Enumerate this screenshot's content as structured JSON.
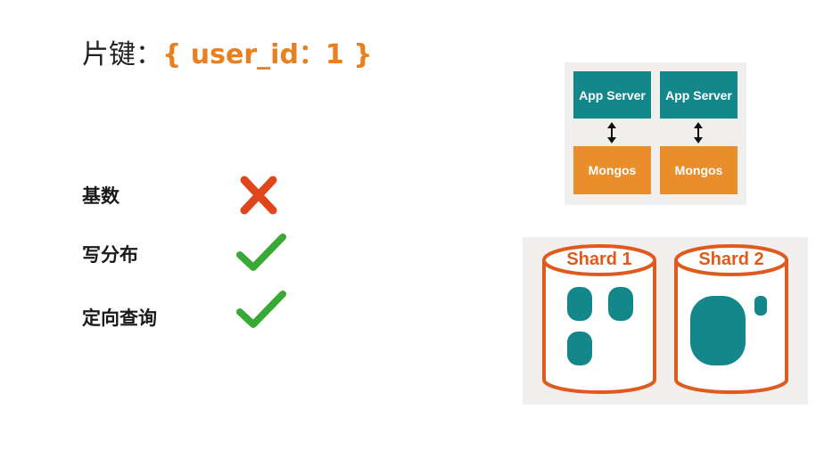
{
  "title": {
    "label": "片键：",
    "key": "{ user_id：1 }"
  },
  "criteria": [
    {
      "label": "基数",
      "status": "cross-icon"
    },
    {
      "label": "写分布",
      "status": "check-icon"
    },
    {
      "label": "定向查询",
      "status": "check-icon"
    }
  ],
  "top_diagram": {
    "app_servers": [
      "App Server",
      "App Server"
    ],
    "mongos": [
      "Mongos",
      "Mongos"
    ]
  },
  "shards": [
    {
      "label": "Shard 1"
    },
    {
      "label": "Shard 2"
    }
  ],
  "colors": {
    "accent": "#e8801f",
    "teal": "#13878a",
    "orange_box": "#e98e2a",
    "shard_border": "#e05a1e",
    "cross": "#e0461c",
    "check": "#39a935"
  }
}
